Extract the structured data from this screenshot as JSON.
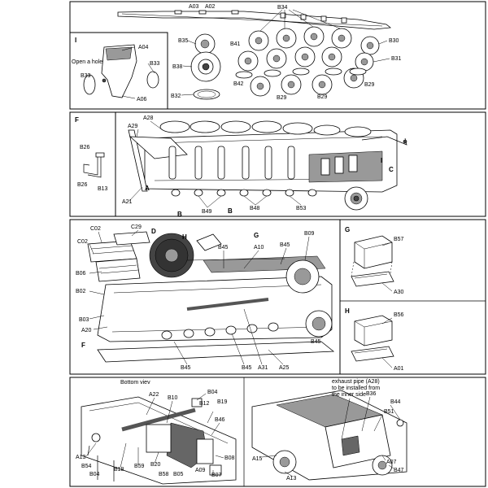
{
  "top": {
    "labels": {
      "a03": "A03",
      "a02": "A02",
      "b34": "B34",
      "b35": "B35",
      "b41": "B41",
      "b30": "B30",
      "b31": "B31",
      "b38": "B38",
      "b42": "B42",
      "b29a": "B29",
      "b29b": "B29",
      "b29c": "B29",
      "b32": "B32",
      "i": "I",
      "a04": "A04",
      "b33a": "B33",
      "b33b": "B33",
      "a06": "A06",
      "open_hole": "Open a hole"
    }
  },
  "step2": {
    "labels": {
      "f": "F",
      "b26a": "B26",
      "b26b": "B26",
      "b13": "B13",
      "a28": "A28",
      "a29": "A29",
      "a21": "A21",
      "a": "A",
      "b": "B",
      "b2": "B",
      "b49": "B49",
      "b48": "B48",
      "b53": "B53",
      "i": "I",
      "c": "C"
    }
  },
  "step3": {
    "labels": {
      "c02a": "C02",
      "c29": "C29",
      "c02b": "C02",
      "d": "D",
      "h": "H",
      "b45a": "B45",
      "a10": "A10",
      "g": "G",
      "b45b": "B45",
      "b09": "B09",
      "b06": "B06",
      "b02": "B02",
      "b03": "B03",
      "a20": "A20",
      "f": "F",
      "b45c": "B45",
      "b45d": "B45",
      "b45e": "B45",
      "a31": "A31",
      "a25": "A25",
      "g_box": "G",
      "b57": "B57",
      "a30": "A30",
      "h_box": "H",
      "b56": "B56",
      "a01": "A01"
    }
  },
  "step4": {
    "labels": {
      "bottom_view": "Bottom viev",
      "a22": "A22",
      "b10": "B10",
      "b04a": "B04",
      "b12": "B12",
      "b19": "B19",
      "b46": "B46",
      "a13a": "A13",
      "b54": "B54",
      "b04b": "B04",
      "b18": "B18",
      "b59": "B59",
      "b20": "B20",
      "b58": "B58",
      "b05": "B05",
      "a09": "A09",
      "b08": "B08",
      "b07": "B07",
      "exhaust_note_1": "exhaust pipe (A28)",
      "exhaust_note_2": "to be installed from",
      "exhaust_note_3": "the inner side",
      "b36": "B36",
      "b44": "B44",
      "b51": "B51",
      "a15": "A15",
      "a13b": "A13",
      "a07": "A07",
      "b47": "B47"
    }
  }
}
